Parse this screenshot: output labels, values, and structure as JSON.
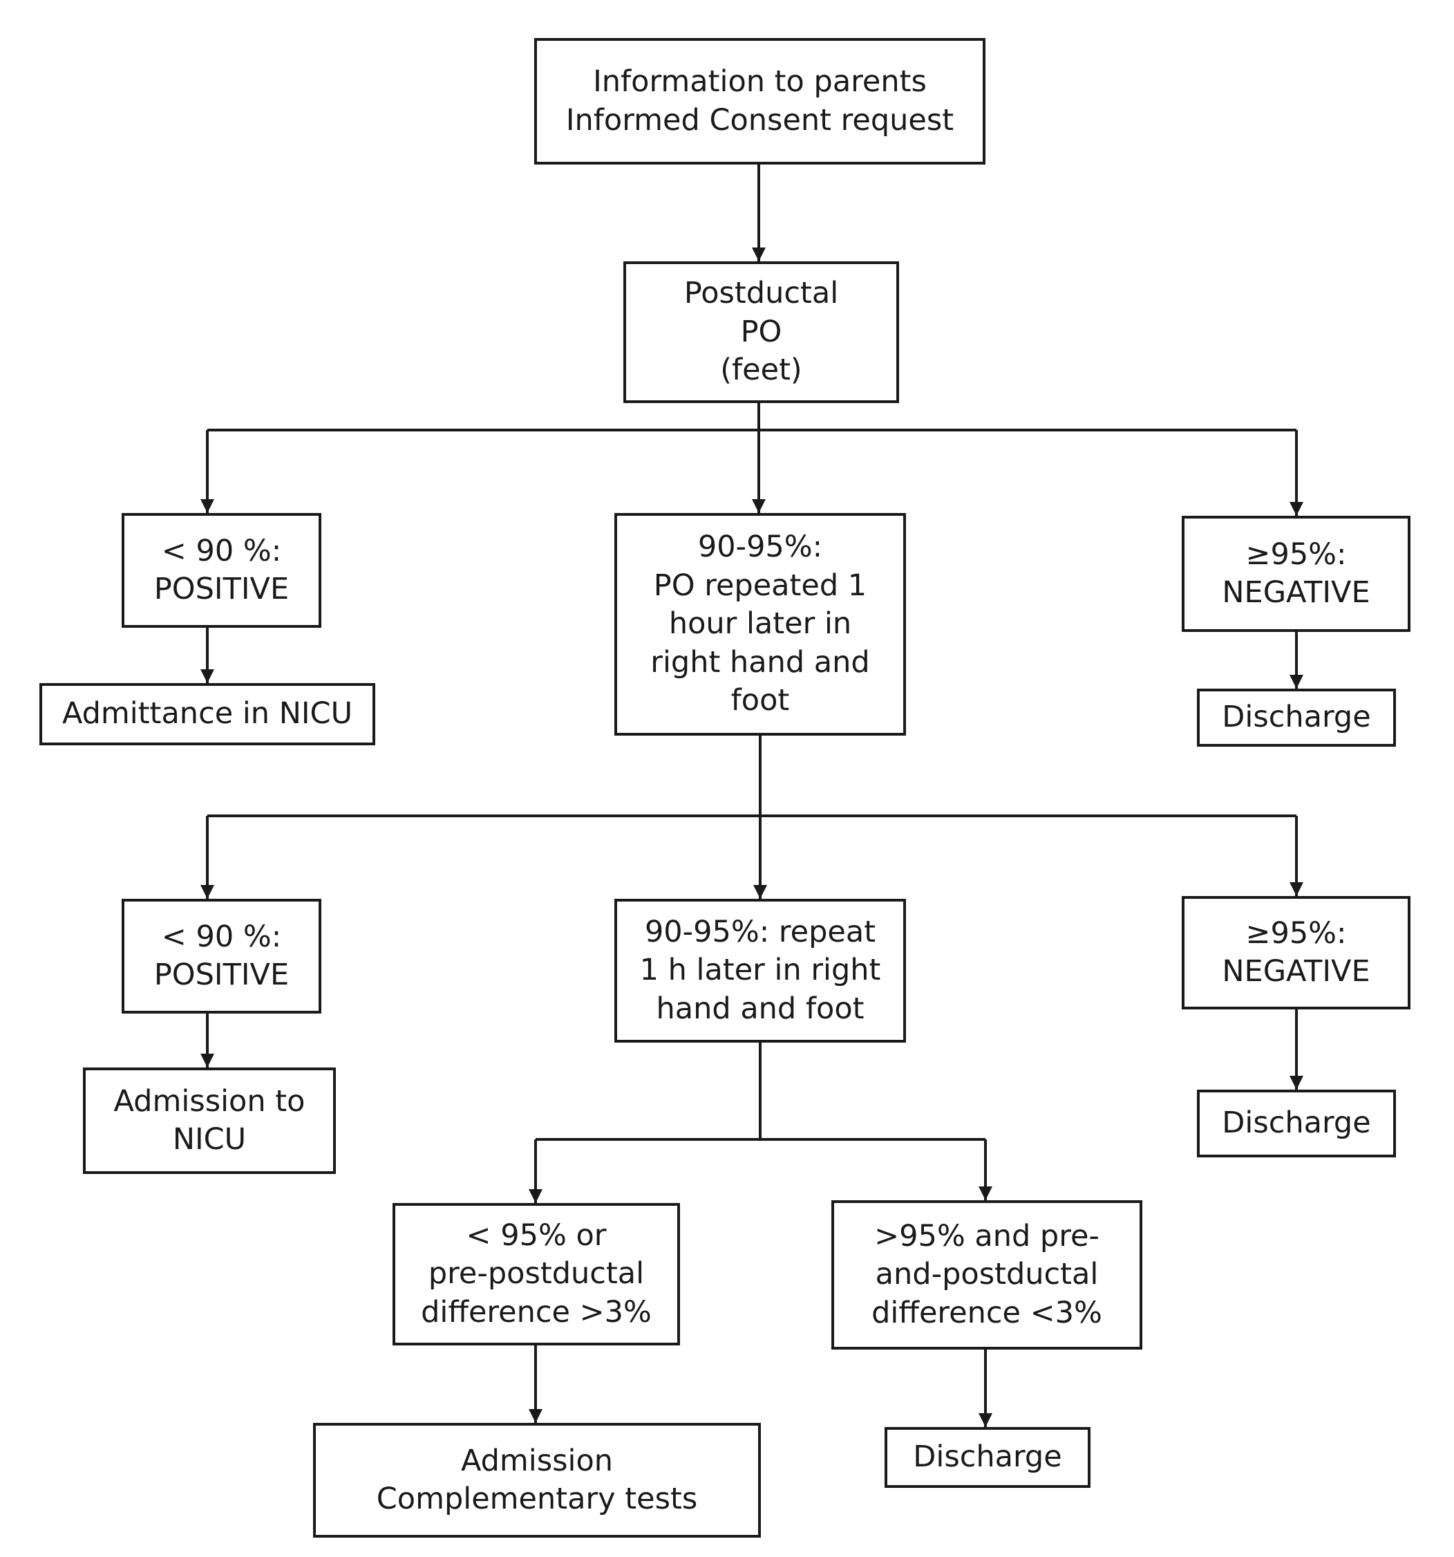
{
  "diagram": {
    "colors": {
      "stroke": "#1a1a1a",
      "background": "#ffffff"
    },
    "nodes": {
      "consent": {
        "text": "Information to parents\nInformed Consent request"
      },
      "postductal": {
        "text": "Postductal\nPO\n(feet)"
      },
      "positive_1": {
        "text": "< 90 %:\nPOSITIVE"
      },
      "repeat_1": {
        "text": "90-95%:\nPO repeated 1\nhour later in\nright hand and\nfoot"
      },
      "negative_1": {
        "text": "≥95%:\nNEGATIVE"
      },
      "nicu_admittance": {
        "text": "Admittance in NICU"
      },
      "discharge_1": {
        "text": "Discharge"
      },
      "positive_2": {
        "text": "< 90 %:\nPOSITIVE"
      },
      "repeat_2": {
        "text": "90-95%: repeat\n1 h later in right\nhand and foot"
      },
      "negative_2": {
        "text": "≥95%:\nNEGATIVE"
      },
      "nicu_admission": {
        "text": "Admission to\nNICU"
      },
      "discharge_2": {
        "text": "Discharge"
      },
      "low_or_difference": {
        "text": "< 95% or\npre-postductal\ndifference  >3%"
      },
      "high_and_difference": {
        "text": ">95% and pre-\nand-postductal\ndifference <3%"
      },
      "admission_tests": {
        "text": "Admission\nComplementary tests"
      },
      "discharge_3": {
        "text": "Discharge"
      }
    }
  }
}
